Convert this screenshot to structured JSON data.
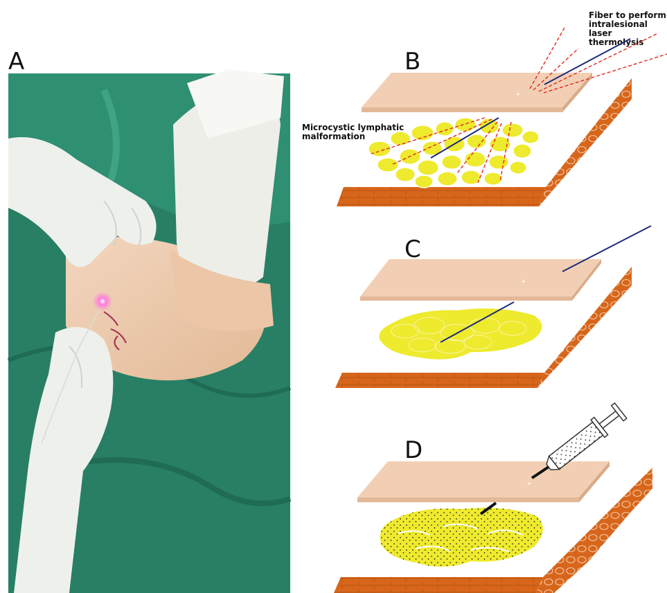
{
  "panels": {
    "a": {
      "letter": "A"
    },
    "b": {
      "letter": "B",
      "label_fiber": "Fiber to perform\nintralesional laser\nthermolysis",
      "label_lesion": "Microcystic lymphatic\nmalformation"
    },
    "c": {
      "letter": "C"
    },
    "d": {
      "letter": "D"
    }
  },
  "colors": {
    "skin": "#f2cfb4",
    "skin_edge": "#e3b899",
    "lesion": "#eeea2e",
    "muscle": "#d7661b",
    "muscle_dark": "#b14f10",
    "fiber": "#1d2a7a",
    "laser": "#e0281e",
    "drape": "#2e8f72",
    "glove": "#eef0ec"
  }
}
